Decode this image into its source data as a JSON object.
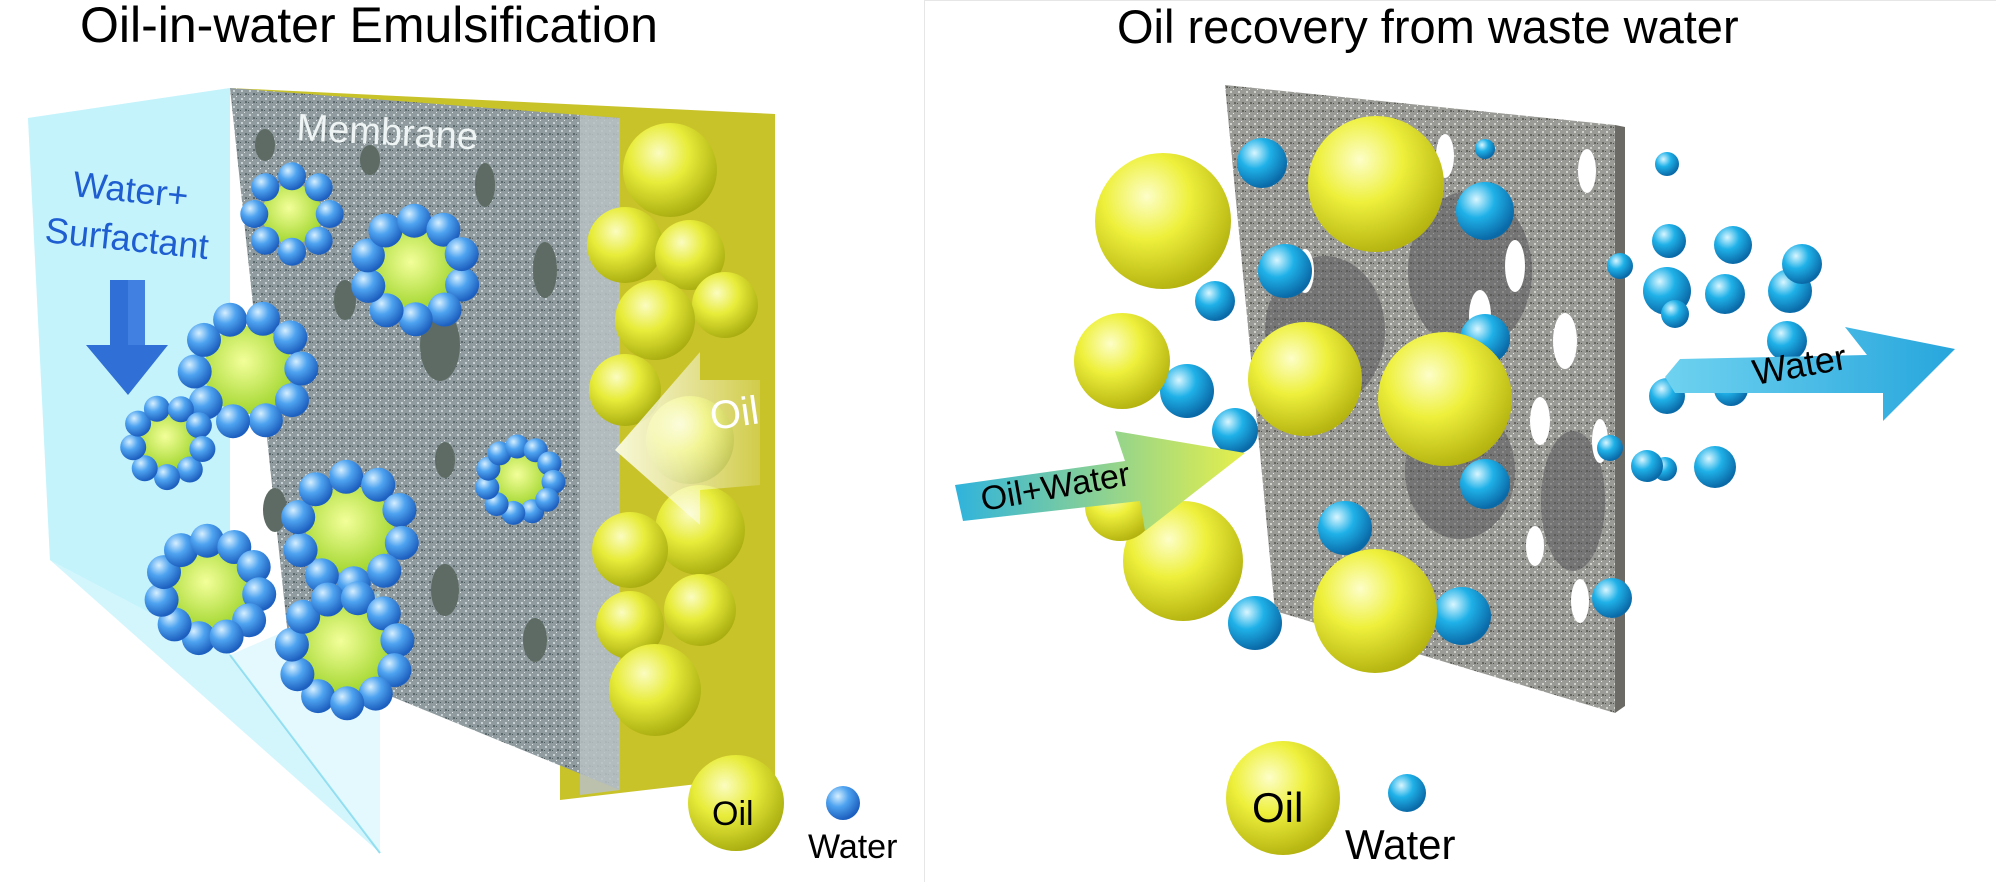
{
  "left_panel": {
    "title": "Oil-in-water Emulsification",
    "membrane_label": "Membrane",
    "water_surfactant_label": [
      "Water+",
      "Surfactant"
    ],
    "oil_arrow_label": "Oil",
    "legend": {
      "oil": "Oil",
      "water": "Water"
    }
  },
  "right_panel": {
    "title": "Oil recovery from waste water",
    "inlet_arrow_label": "Oil+Water",
    "outlet_arrow_label": "Water",
    "legend": {
      "oil": "Oil",
      "water": "Water"
    }
  },
  "colors": {
    "oil": "#e6e617",
    "water_droplet": "#1aa3dd",
    "surfactant": "#3b8fe0",
    "water_region": "#aeeefb",
    "oil_region": "#c9c32a",
    "membrane": "#8a9699",
    "arrow_blue": "#2f6fd6",
    "arrow_cyan": "#3ab4e0",
    "arrow_oil": "#f3f2c4"
  }
}
